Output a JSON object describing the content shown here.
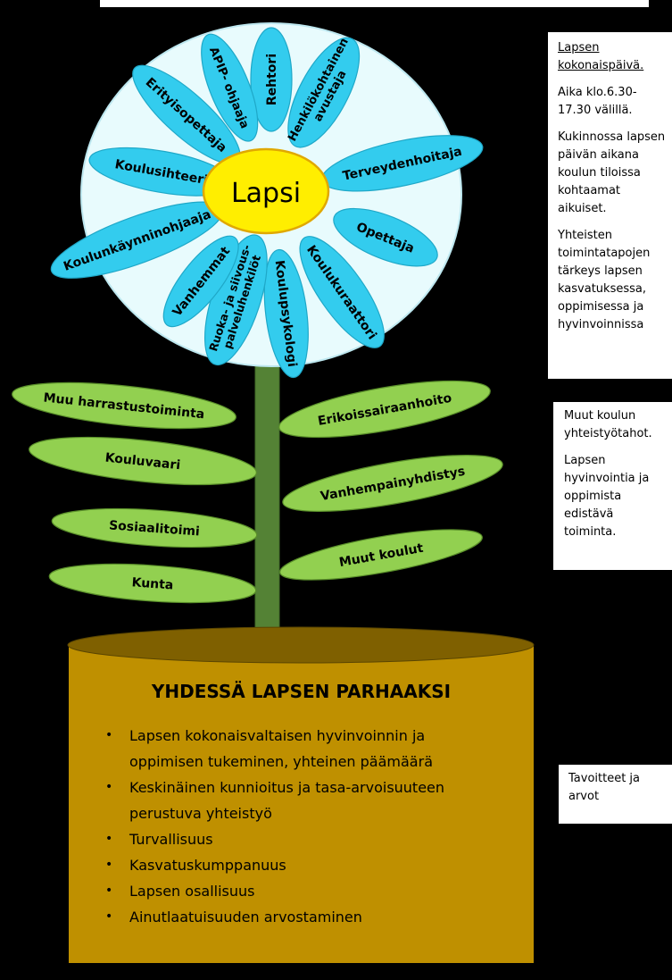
{
  "flower": {
    "center": "Lapsi",
    "petals": [
      {
        "label": [
          "Rehtori"
        ]
      },
      {
        "label": [
          "Henkilökohtainen",
          "avustaja"
        ]
      },
      {
        "label": [
          "Terveydenhoitaja"
        ]
      },
      {
        "label": [
          "Opettaja"
        ]
      },
      {
        "label": [
          "Koulukuraattori"
        ]
      },
      {
        "label": [
          "Koulupsykologi"
        ]
      },
      {
        "label": [
          "Ruoka- ja siivous-",
          "palveluhenkilöt"
        ]
      },
      {
        "label": [
          "Vanhemmat"
        ]
      },
      {
        "label": [
          "Koulunkäynninohjaaja"
        ]
      },
      {
        "label": [
          "Koulusihteeri"
        ]
      },
      {
        "label": [
          "Erityisopettaja"
        ]
      },
      {
        "label": [
          "APIP- ohjaaja"
        ]
      }
    ]
  },
  "leaves": {
    "left": [
      "Muu harrastustoiminta",
      "Kouluvaari",
      "Sosiaalitoimi",
      "Kunta"
    ],
    "right": [
      "Erikoissairaanhoito",
      "Vanhempainyhdistys",
      "Muut koulut"
    ]
  },
  "pot": {
    "title": "YHDESSÄ LAPSEN PARHAAKSI",
    "items": [
      [
        "Lapsen kokonaisvaltaisen hyvinvoinnin ja",
        "oppimisen tukeminen, yhteinen päämäärä"
      ],
      [
        "Keskinäinen kunnioitus ja tasa-arvoisuuteen",
        "perustuva yhteistyö"
      ],
      [
        "Turvallisuus"
      ],
      [
        "Kasvatuskumppanuus"
      ],
      [
        "Lapsen osallisuus"
      ],
      [
        "Ainutlaatuisuuden arvostaminen"
      ]
    ]
  },
  "side_boxes": {
    "box1": {
      "heading": [
        "Lapsen",
        "kokonaispäivä."
      ],
      "p1": [
        "Aika klo.6.30-",
        "17.30 välillä."
      ],
      "p2": [
        "Kukinnossa lapsen",
        "päivän aikana",
        "koulun tiloissa",
        "kohtaamat",
        "aikuiset."
      ],
      "p3": [
        "Yhteisten",
        "toimintatapojen",
        "tärkeys lapsen",
        "kasvatuksessa,",
        "oppimisessa ja",
        "hyvinvoinnissa"
      ]
    },
    "box2": {
      "p1": [
        "Muut koulun",
        "yhteistyötahot."
      ],
      "p2": [
        "Lapsen",
        "hyvinvointia ja",
        "oppimista",
        "edistävä",
        "toiminta."
      ]
    },
    "box3": {
      "p1": [
        "Tavoitteet ja",
        "arvot"
      ]
    }
  },
  "colors": {
    "petal": "#33ccee",
    "petal_stroke": "#1fa8c8",
    "disc": "#e8fbfd",
    "center": "#ffee00",
    "center_stroke": "#e0a800",
    "leaf": "#92d050",
    "leaf_stroke": "#5a8f2a",
    "stem": "#548235",
    "pot": "#bf9000",
    "pot_rim": "#7f6000"
  }
}
